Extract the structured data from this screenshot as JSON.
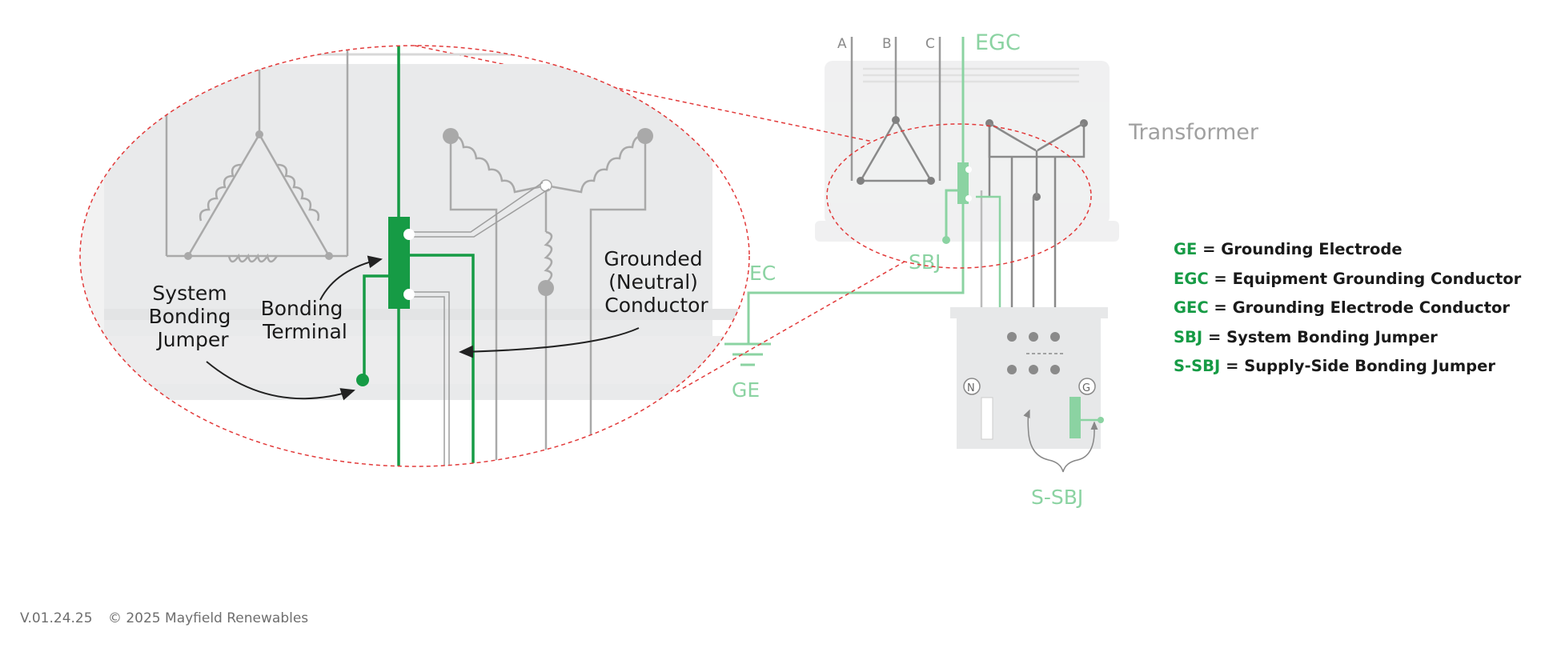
{
  "phases": [
    "A",
    "B",
    "C"
  ],
  "labels": {
    "egc": "EGC",
    "transformer": "Transformer",
    "sbj": "SBJ",
    "ec": "EC",
    "ge": "GE",
    "ssbj": "S-SBJ",
    "neutral_bus": "N",
    "ground_bus": "G"
  },
  "callouts": {
    "system_bonding_jumper": [
      "System",
      "Bonding",
      "Jumper"
    ],
    "bonding_terminal": [
      "Bonding",
      "Terminal"
    ],
    "grounded_conductor": [
      "Grounded",
      "(Neutral)",
      "Conductor"
    ]
  },
  "legend": [
    {
      "abbr": "GE",
      "eq": " = ",
      "def": "Grounding Electrode"
    },
    {
      "abbr": "EGC",
      "eq": " = ",
      "def": "Equipment Grounding Conductor"
    },
    {
      "abbr": "GEC",
      "eq": " = ",
      "def": "Grounding Electrode Conductor"
    },
    {
      "abbr": "SBJ",
      "eq": " = ",
      "def": "System Bonding Jumper"
    },
    {
      "abbr": "S-SBJ",
      "eq": " = ",
      "def": "Supply-Side Bonding Jumper"
    }
  ],
  "footer": {
    "version": "V.01.24.25",
    "copyright": "© 2025 Mayfield Renewables"
  },
  "colors": {
    "green": "#169b45",
    "light_green": "#8bd3a2",
    "gray": "#9e9e9e",
    "dark_gray": "#888888",
    "red_dashed": "#e23a3a"
  }
}
